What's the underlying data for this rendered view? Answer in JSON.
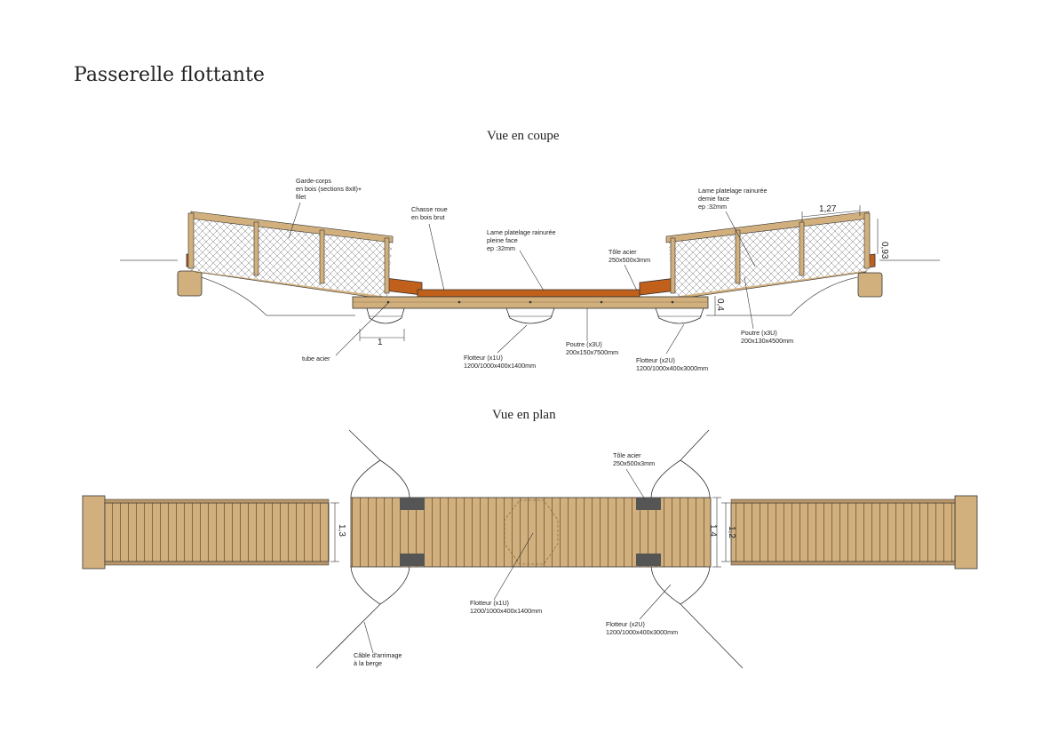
{
  "title": "Passerelle flottante",
  "section_view": {
    "title": "Vue en coupe",
    "labels": {
      "garde_corps": [
        "Garde-corps",
        "en bois (sections 8x8)+",
        "filet"
      ],
      "chasse_roue": [
        "Chasse roue",
        "en bois brut"
      ],
      "lame_pleine": [
        "Lame platelage rainurée",
        "pleine face",
        "ep :32mm"
      ],
      "tole": [
        "Tôle acier",
        "250x500x3mm"
      ],
      "lame_demie": [
        "Lame platelage rainurée",
        "demie face",
        "ep :32mm"
      ],
      "tube": [
        "tube acier"
      ],
      "flotteur1": [
        "Flotteur (x1U)",
        "1200/1000x400x1400mm"
      ],
      "poutre_center": [
        "Poutre (x3U)",
        "200x150x7500mm"
      ],
      "flotteur2": [
        "Flotteur (x2U)",
        "1200/1000x400x3000mm"
      ],
      "poutre_side": [
        "Poutre (x3U)",
        "200x130x4500mm"
      ]
    },
    "dims": {
      "railing_width": "1,27",
      "railing_height": "0,93",
      "float_gap": "0,4",
      "tube_span": "1"
    }
  },
  "plan_view": {
    "title": "Vue en plan",
    "labels": {
      "tole": [
        "Tôle acier",
        "250x500x3mm"
      ],
      "flotteur1": [
        "Flotteur (x1U)",
        "1200/1000x400x1400mm"
      ],
      "flotteur2": [
        "Flotteur (x2U)",
        "1200/1000x400x3000mm"
      ],
      "cable": [
        "Câble d'arrimage",
        "à la berge"
      ]
    },
    "dims": {
      "left_width": "1,3",
      "center_width": "1,4",
      "right_width": "1,2"
    }
  },
  "colors": {
    "wood": "#d2b07e",
    "deck": "#c0601a",
    "line": "#333333",
    "steel": "#555555"
  }
}
